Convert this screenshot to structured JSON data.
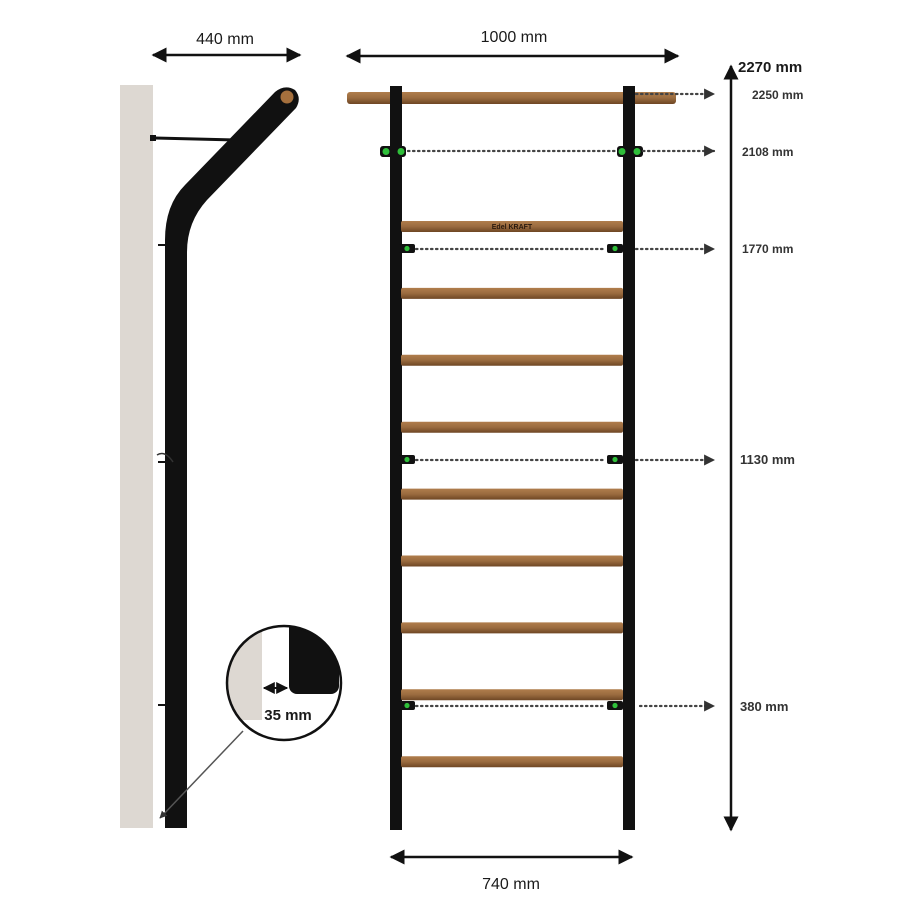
{
  "dimensions": {
    "depth": "440 mm",
    "top_width": "1000 mm",
    "total_height": "2270 mm",
    "bar_width": "740 mm",
    "wall_gap": "35 mm",
    "levels": {
      "top_bar": "2250 mm",
      "upper_bracket": "2108 mm",
      "second_bracket": "1770 mm",
      "middle_bracket": "1130 mm",
      "lower_bracket": "380 mm"
    }
  },
  "brand_label": "Edel KRAFT",
  "colors": {
    "wall": "#ddd8d2",
    "frame": "#111111",
    "wood": "#9a6b3f",
    "wood_dark": "#7a4f2a",
    "bracket_accent": "#2fbf3a",
    "dotted_line": "#444444"
  },
  "ladder": {
    "rung_count": 9
  }
}
